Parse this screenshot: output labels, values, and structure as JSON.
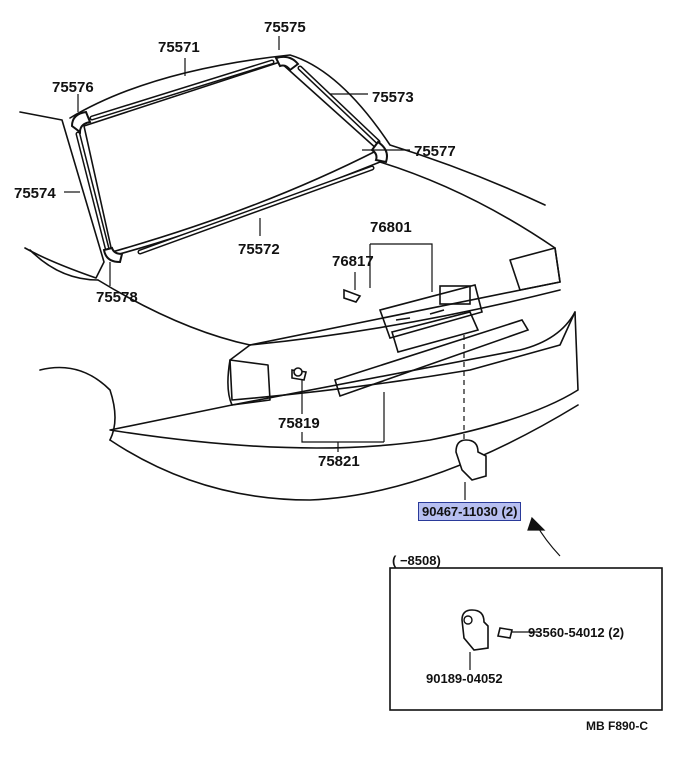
{
  "diagram": {
    "parts": {
      "p75575": "75575",
      "p75571": "75571",
      "p75576": "75576",
      "p75573": "75573",
      "p75577": "75577",
      "p75574": "75574",
      "p75572": "75572",
      "p76801": "76801",
      "p76817": "76817",
      "p75578": "75578",
      "p75819": "75819",
      "p75821": "75821",
      "p90467": "90467-11030 (2)"
    },
    "inset": {
      "date_range": "(      −8508)",
      "screw": "93560-54012 (2)",
      "clip": "90189-04052"
    },
    "code": "MB F890-C",
    "highlight_color": "#b7bff0"
  }
}
